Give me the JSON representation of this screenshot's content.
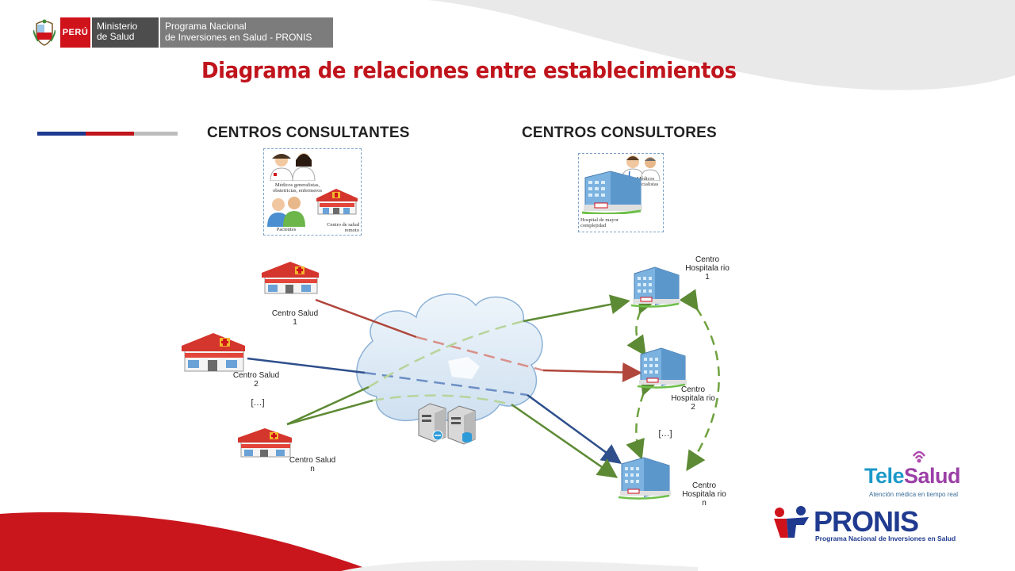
{
  "header": {
    "peru": "PERÚ",
    "ministerio_line1": "Ministerio",
    "ministerio_line2": "de Salud",
    "programa_line1": "Programa Nacional",
    "programa_line2": "de Inversiones en Salud - PRONIS"
  },
  "title": "Diagrama de relaciones entre establecimientos",
  "colors": {
    "title_red": "#c0141c",
    "accent_blue": "#1f3a8f",
    "accent_red": "#c0141c",
    "accent_gray": "#bdbdbd",
    "link_red": "#b0463c",
    "link_blue": "#2e4f8c",
    "link_green": "#5d8a34"
  },
  "diagram": {
    "consultantes": {
      "heading": "CENTROS CONSULTANTES",
      "caption_staff": "Médicos generalistas, obstetricias, enfermeros",
      "caption_patients": "Pacientes",
      "caption_center": "Centro de salud remoto"
    },
    "consultores": {
      "heading": "CENTROS CONSULTORES",
      "caption_specialists": "Médicos especialistas",
      "caption_hospital": "Hospital de mayor complejidad"
    },
    "left_nodes": [
      {
        "label_line1": "Centro Salud",
        "label_line2": "1"
      },
      {
        "label_line1": "Centro Salud",
        "label_line2": "2"
      },
      {
        "label_line1": "Centro Salud",
        "label_line2": "n"
      }
    ],
    "left_ellipsis": "[…]",
    "right_nodes": [
      {
        "label_line1": "Centro",
        "label_line2": "Hospitala rio",
        "label_line3": "1"
      },
      {
        "label_line1": "Centro",
        "label_line2": "Hospitala rio",
        "label_line3": "2"
      },
      {
        "label_line1": "Centro",
        "label_line2": "Hospitala rio",
        "label_line3": "n"
      }
    ],
    "right_ellipsis": "[…]"
  },
  "logos": {
    "telesalud_tele": "Tele",
    "telesalud_salud": "Salud",
    "telesalud_tagline": "Atención médica en tiempo real",
    "pronis_word": "PRONIS",
    "pronis_tagline": "Programa Nacional de Inversiones en Salud"
  }
}
